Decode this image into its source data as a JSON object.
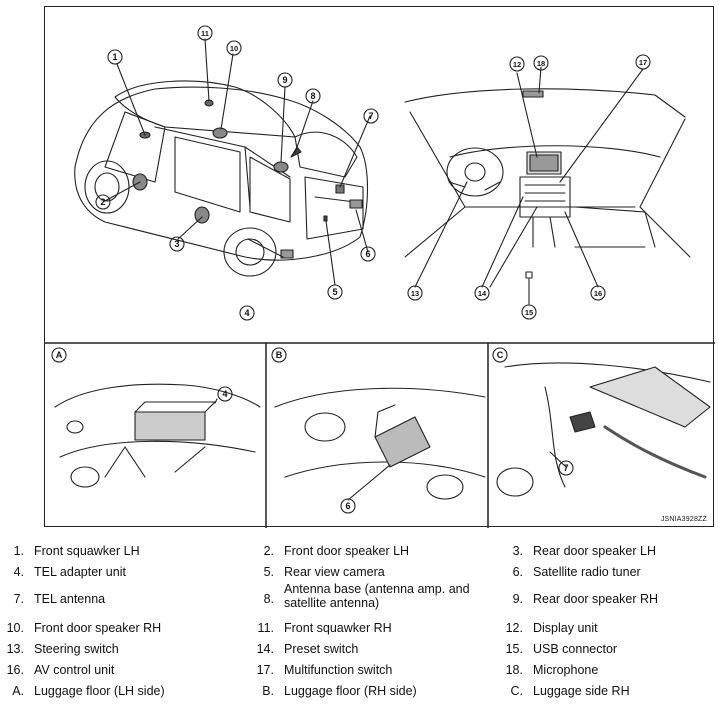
{
  "figure": {
    "code": "JSNIA3928ZZ",
    "panels": [
      {
        "letter": "A",
        "callouts": [
          "4"
        ]
      },
      {
        "letter": "B",
        "callouts": [
          "6"
        ]
      },
      {
        "letter": "C",
        "callouts": [
          "7"
        ]
      }
    ],
    "exterior_callouts": [
      "1",
      "2",
      "3",
      "4",
      "5",
      "6",
      "7",
      "8",
      "9",
      "10",
      "11"
    ],
    "interior_callouts": [
      "12",
      "13",
      "14",
      "15",
      "16",
      "17",
      "18"
    ]
  },
  "legend": [
    [
      {
        "num": "1.",
        "label": "Front squawker LH"
      },
      {
        "num": "2.",
        "label": "Front door speaker LH"
      },
      {
        "num": "3.",
        "label": "Rear door speaker LH"
      }
    ],
    [
      {
        "num": "4.",
        "label": "TEL adapter unit"
      },
      {
        "num": "5.",
        "label": "Rear view camera"
      },
      {
        "num": "6.",
        "label": "Satellite radio tuner"
      }
    ],
    [
      {
        "num": "7.",
        "label": "TEL antenna"
      },
      {
        "num": "8.",
        "label": "Antenna base (antenna amp. and satellite antenna)"
      },
      {
        "num": "9.",
        "label": "Rear door speaker RH"
      }
    ],
    [
      {
        "num": "10.",
        "label": "Front door speaker RH"
      },
      {
        "num": "11.",
        "label": "Front squawker RH"
      },
      {
        "num": "12.",
        "label": "Display unit"
      }
    ],
    [
      {
        "num": "13.",
        "label": "Steering switch"
      },
      {
        "num": "14.",
        "label": "Preset switch"
      },
      {
        "num": "15.",
        "label": "USB connector"
      }
    ],
    [
      {
        "num": "16.",
        "label": "AV control unit"
      },
      {
        "num": "17.",
        "label": "Multifunction switch"
      },
      {
        "num": "18.",
        "label": "Microphone"
      }
    ],
    [
      {
        "num": "A.",
        "label": "Luggage floor (LH side)"
      },
      {
        "num": "B.",
        "label": "Luggage floor (RH side)"
      },
      {
        "num": "C.",
        "label": "Luggage side RH"
      }
    ]
  ]
}
